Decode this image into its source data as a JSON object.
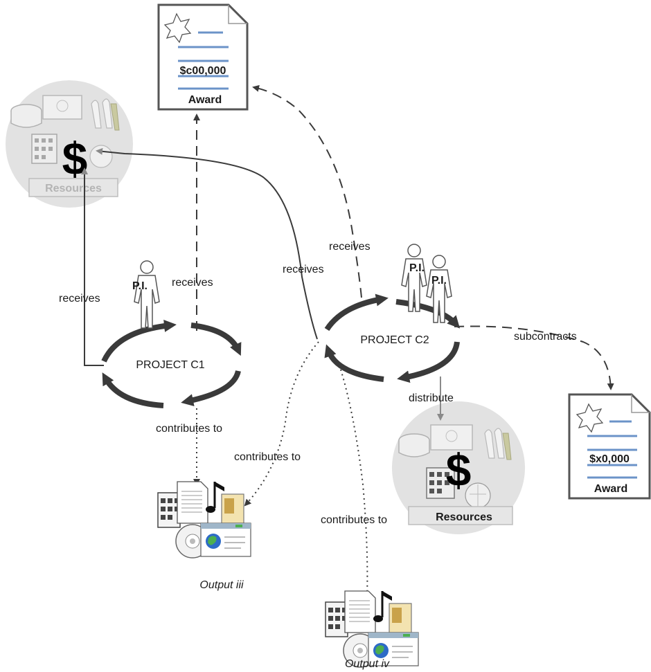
{
  "awards": [
    {
      "amount": "$c00,000",
      "label": "Award"
    },
    {
      "amount": "$x0,000",
      "label": "Award"
    }
  ],
  "resources": [
    {
      "symbol": "$",
      "label": "Resources"
    },
    {
      "symbol": "$",
      "label": "Resources"
    }
  ],
  "projects": [
    {
      "label": "PROJECT C1",
      "pi_labels": [
        "P.I."
      ]
    },
    {
      "label": "PROJECT C2",
      "pi_labels": [
        "P.I.",
        "P.I."
      ]
    }
  ],
  "edges": {
    "c1_receives_resources": "receives",
    "c1_receives_award": "receives",
    "c2_receives_resources": "receives",
    "c2_receives_award": "receives",
    "c2_subcontracts": "subcontracts",
    "c2_distribute": "distribute",
    "c1_contributes": "contributes to",
    "c2_contributes_iii": "contributes to",
    "c2_contributes_iv": "contributes to"
  },
  "outputs": [
    {
      "label": "Output iii"
    },
    {
      "label": "Output iv"
    }
  ],
  "colors": {
    "line": "#3a3a3a",
    "award_rule": "#6b93c8",
    "resource_circle": "#e2e2e2",
    "faded": "#b0b0b0"
  }
}
